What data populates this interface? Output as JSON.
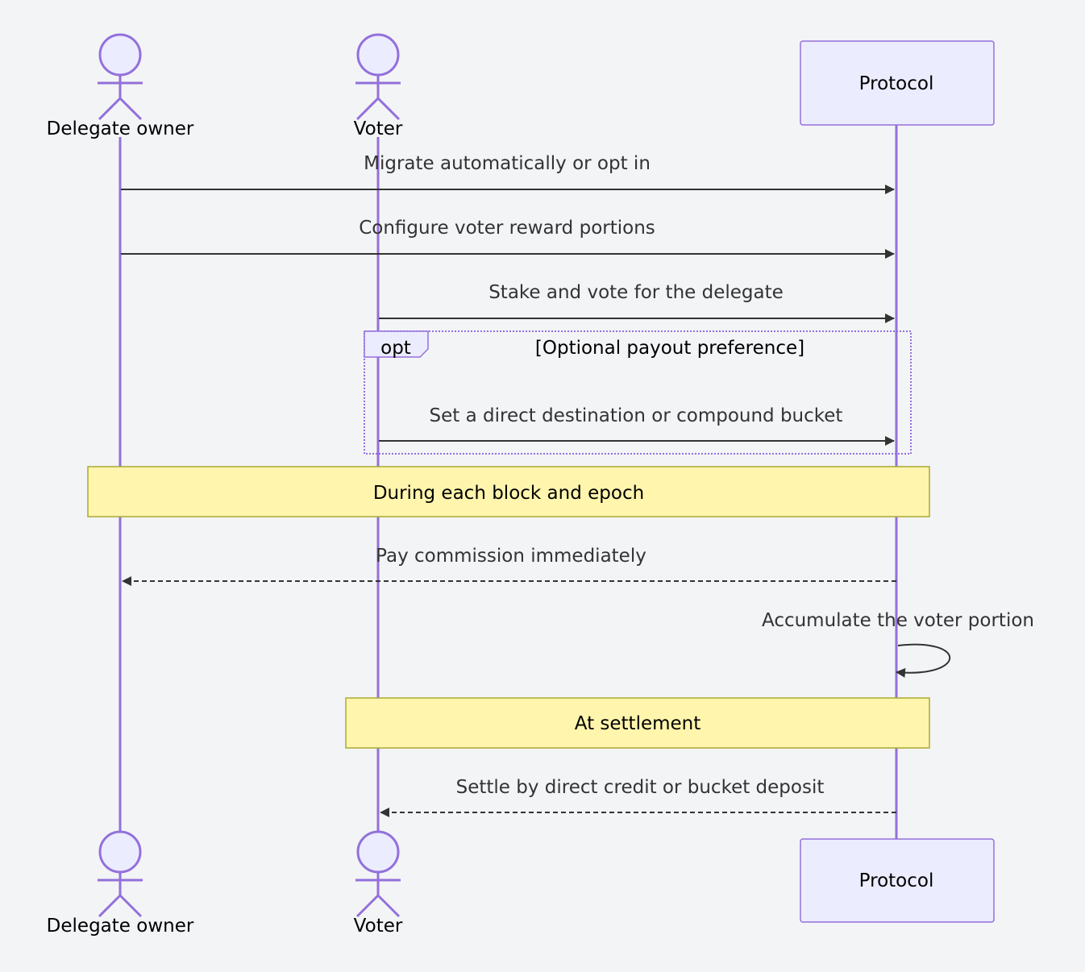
{
  "colors": {
    "background": "#f3f4f6",
    "lifeline": "#9370db",
    "actor_fill": "#ececff",
    "participant_border": "#9370db",
    "note_fill": "#fff5ad",
    "note_border": "#aaaa33",
    "arrow": "#333333"
  },
  "participants": {
    "delegate_owner": "Delegate owner",
    "voter": "Voter",
    "protocol": "Protocol"
  },
  "messages": {
    "m1": "Migrate automatically or opt in",
    "m2": "Configure voter reward portions",
    "m3": "Stake and vote for the delegate",
    "m4": "Set a direct destination or compound bucket",
    "m5": "Pay commission immediately",
    "m6": "Accumulate the voter portion",
    "m7": "Settle by direct credit or bucket deposit"
  },
  "frame": {
    "keyword": "opt",
    "condition": "[Optional payout preference]"
  },
  "notes": {
    "n1": "During each block and epoch",
    "n2": "At settlement"
  }
}
